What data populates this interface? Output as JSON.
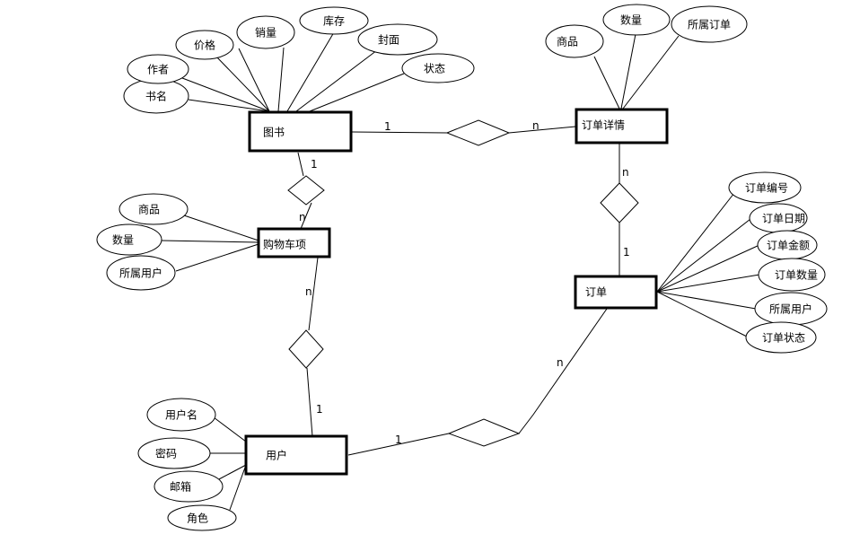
{
  "entities": {
    "book": "图书",
    "order_detail": "订单详情",
    "cart_item": "购物车项",
    "order": "订单",
    "user": "用户"
  },
  "attributes": {
    "book": [
      "书名",
      "作者",
      "价格",
      "销量",
      "库存",
      "封面",
      "状态"
    ],
    "order_detail": [
      "商品",
      "数量",
      "所属订单"
    ],
    "cart_item": [
      "商品",
      "数量",
      "所属用户"
    ],
    "order": [
      "订单编号",
      "订单日期",
      "订单金额",
      "订单数量",
      "所属用户",
      "订单状态"
    ],
    "user": [
      "用户名",
      "密码",
      "邮箱",
      "角色"
    ]
  },
  "relationships": [
    {
      "id": "book-order_detail",
      "from": "图书",
      "to": "订单详情",
      "from_card": "1",
      "to_card": "n"
    },
    {
      "id": "book-cart_item",
      "from": "图书",
      "to": "购物车项",
      "from_card": "1",
      "to_card": "n"
    },
    {
      "id": "order_detail-order",
      "from": "订单详情",
      "to": "订单",
      "from_card": "n",
      "to_card": "1"
    },
    {
      "id": "cart_item-user",
      "from": "购物车项",
      "to": "用户",
      "from_card": "n",
      "to_card": "1"
    },
    {
      "id": "user-order",
      "from": "用户",
      "to": "订单",
      "from_card": "1",
      "to_card": "n"
    }
  ]
}
